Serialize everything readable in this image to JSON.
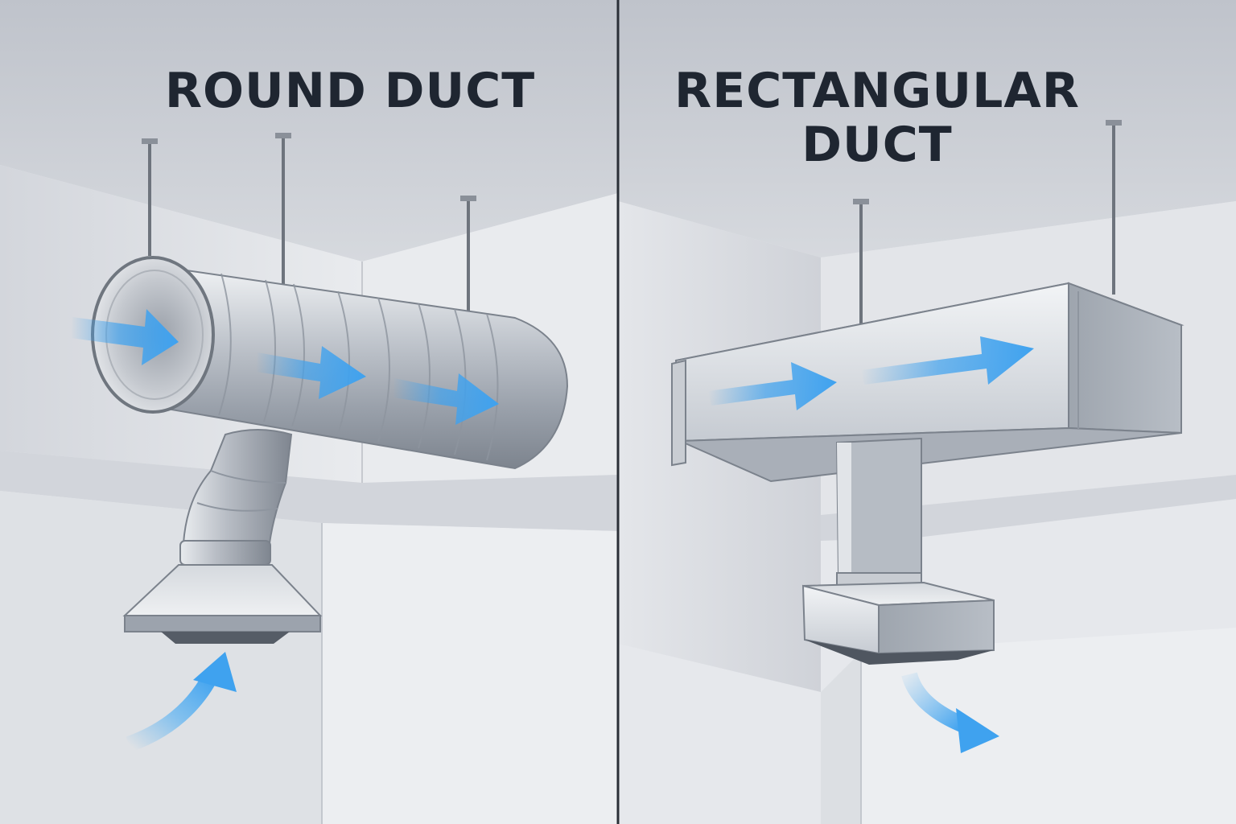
{
  "panels": {
    "left": {
      "title": "ROUND DUCT"
    },
    "right": {
      "title_line1": "RECTANGULAR",
      "title_line2": "DUCT"
    }
  },
  "colors": {
    "ceiling": "#c9ccd3",
    "wall_light": "#eceef1",
    "wall_mid": "#dcdfe4",
    "metal_light": "#e3e6ea",
    "metal_mid": "#b9bec6",
    "metal_dark": "#8b929c",
    "airflow_arrow": "#3fa2ef",
    "title_text": "#1f2631",
    "divider": "#2a2f37"
  },
  "icons": [
    "airflow-arrow-icon",
    "ceiling-hanger-rod-icon",
    "exhaust-grille-icon"
  ]
}
